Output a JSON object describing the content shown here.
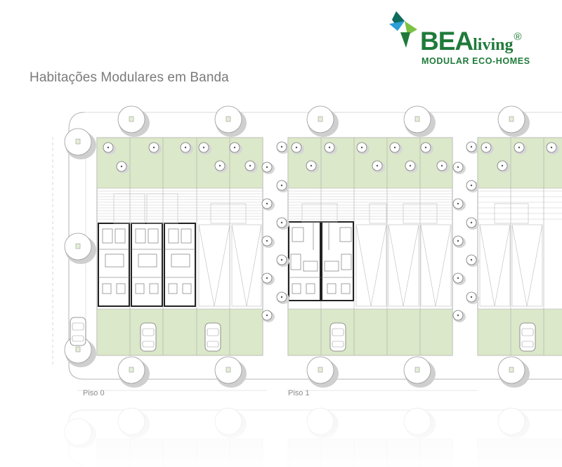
{
  "header": {
    "title": "Habitações Modulares em Banda"
  },
  "brand": {
    "name_bold": "BEA",
    "name_script": "living",
    "registered": "®",
    "tagline": "MODULAR ECO-HOMES",
    "colors": {
      "dark_green": "#1f7a3a",
      "light_green": "#7cc242",
      "blue": "#2b9fd6",
      "teal": "#0f6b5e"
    }
  },
  "plan": {
    "floor_labels": [
      "Piso 0",
      "Piso 1"
    ],
    "colors": {
      "lawn": "#dbe8c9",
      "wall": "#222222",
      "line": "#b5b5b5",
      "tree_shadow": "#cfcfcf"
    }
  }
}
